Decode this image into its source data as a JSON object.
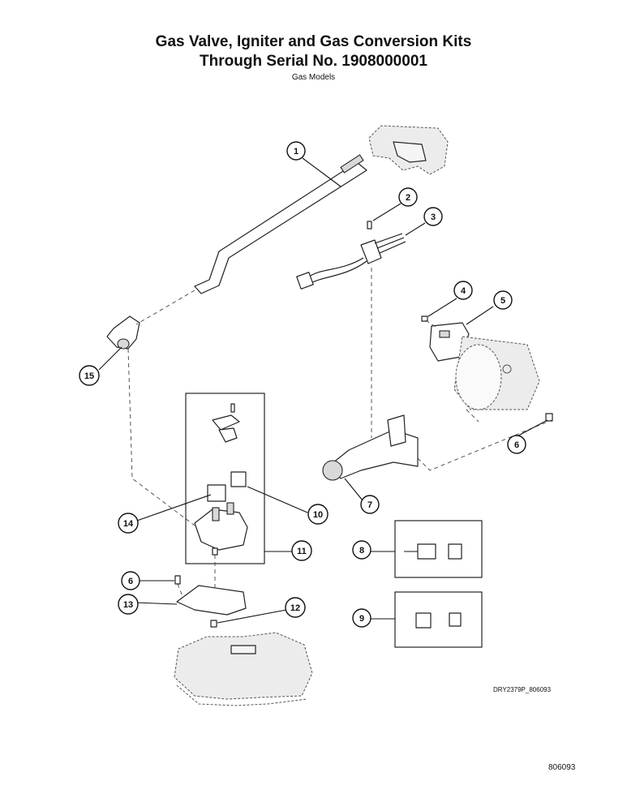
{
  "header": {
    "title_line1": "Gas Valve, Igniter and Gas Conversion Kits",
    "title_line2": "Through Serial No. 1908000001",
    "subtitle": "Gas Models"
  },
  "footer": {
    "doc_ref": "DRY2379P_806093",
    "page_number": "806093"
  },
  "callouts": [
    "1",
    "2",
    "3",
    "4",
    "5",
    "6",
    "6",
    "7",
    "8",
    "9",
    "10",
    "11",
    "12",
    "13",
    "14",
    "15"
  ]
}
